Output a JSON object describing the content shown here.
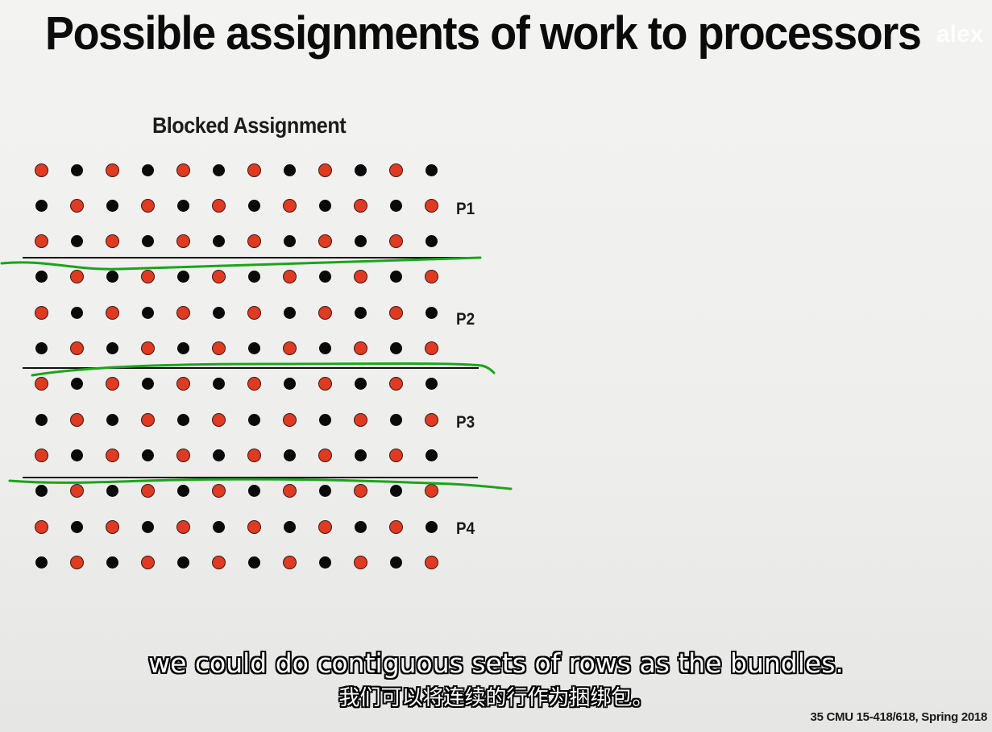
{
  "slide": {
    "title": "Possible assignments of work to processors",
    "subtitle": "Blocked Assignment",
    "watermark": "alex",
    "footer": "35 CMU 15-418/618, Spring 2018"
  },
  "grid": {
    "rows": 12,
    "cols": 12,
    "pattern": "checkerboard; rows with odd index start black, even index start red",
    "colors": {
      "red": "#e03a22",
      "black": "#0a0a0a"
    }
  },
  "processors": [
    {
      "label": "P1",
      "rows": [
        0,
        1,
        2
      ]
    },
    {
      "label": "P2",
      "rows": [
        3,
        4,
        5
      ]
    },
    {
      "label": "P3",
      "rows": [
        6,
        7,
        8
      ]
    },
    {
      "label": "P4",
      "rows": [
        9,
        10,
        11
      ]
    }
  ],
  "annotations": {
    "ink_color": "#1aa51a"
  },
  "subtitles": {
    "english": "we could do contiguous sets of rows as the bundles.",
    "chinese": "我们可以将连续的行作为捆绑包。"
  }
}
